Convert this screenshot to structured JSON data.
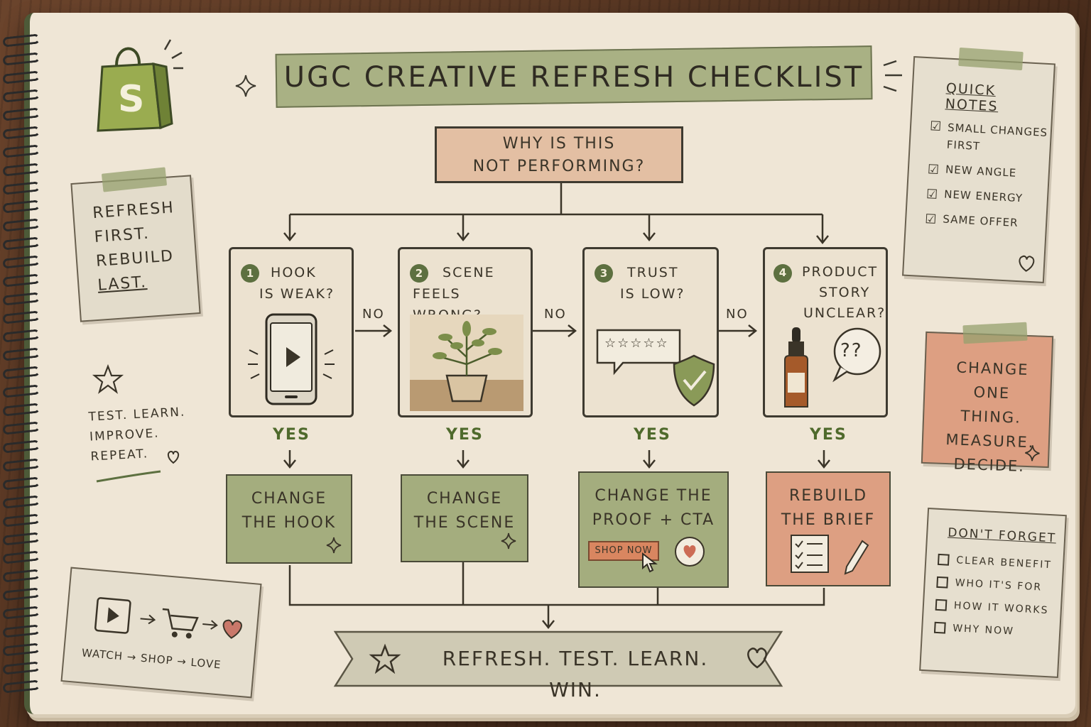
{
  "title": "UGC CREATIVE REFRESH CHECKLIST",
  "question": [
    "WHY IS THIS",
    "NOT PERFORMING?"
  ],
  "left_note": [
    "REFRESH",
    "FIRST.",
    "REBUILD",
    "LAST."
  ],
  "motto": [
    "TEST. LEARN.",
    "IMPROVE.",
    "REPEAT."
  ],
  "journey": {
    "watch": "WATCH",
    "shop": "SHOP",
    "love": "LOVE",
    "arrow": "→"
  },
  "steps": [
    {
      "num": "1",
      "lines": [
        "HOOK",
        "IS WEAK?"
      ],
      "icon": "phone-play-icon",
      "yes": "YES",
      "action": [
        "CHANGE",
        "THE HOOK"
      ],
      "color": "#a4ad7e"
    },
    {
      "num": "2",
      "lines": [
        "SCENE",
        "FEELS WRONG?"
      ],
      "icon": "potted-plant-icon",
      "yes": "YES",
      "action": [
        "CHANGE",
        "THE SCENE"
      ],
      "color": "#a4ad7e"
    },
    {
      "num": "3",
      "lines": [
        "TRUST",
        "IS LOW?"
      ],
      "icon": "review-shield-icon",
      "yes": "YES",
      "action": [
        "CHANGE THE",
        "PROOF + CTA"
      ],
      "color": "#a4ad7e",
      "cta": "SHOP NOW"
    },
    {
      "num": "4",
      "lines": [
        "PRODUCT",
        "STORY",
        "UNCLEAR?"
      ],
      "icon": "dropper-bottle-icon",
      "yes": "YES",
      "action": [
        "REBUILD",
        "THE BRIEF"
      ],
      "color": "#dd9f82",
      "bubble": "??"
    }
  ],
  "no_label": "NO",
  "rating_stars": "☆☆☆☆☆",
  "footer": "REFRESH. TEST. LEARN. WIN.",
  "quick_notes": {
    "title": "QUICK NOTES",
    "items": [
      "SMALL CHANGES FIRST",
      "NEW ANGLE",
      "NEW ENERGY",
      "SAME OFFER"
    ]
  },
  "change_note": [
    "CHANGE",
    "ONE THING.",
    "MEASURE.",
    "DECIDE."
  ],
  "dont_forget": {
    "title": "DON'T FORGET",
    "items": [
      "CLEAR BENEFIT",
      "WHO IT'S FOR",
      "HOW IT WORKS",
      "WHY NOW"
    ]
  },
  "colors": {
    "accent_green": "#5d7040",
    "action_green": "#a4ad7e",
    "action_peach": "#dd9f82",
    "paper": "#efe6d6"
  }
}
